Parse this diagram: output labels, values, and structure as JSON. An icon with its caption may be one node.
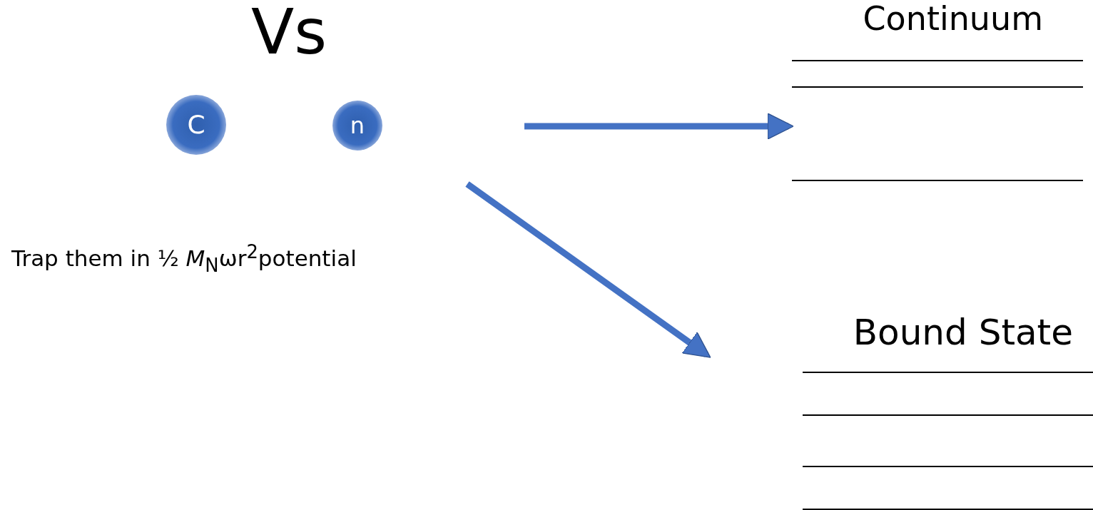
{
  "diagram": {
    "title": "Vs",
    "nodes": [
      {
        "text": [
          "C"
        ]
      },
      {
        "text": [
          "n"
        ]
      },
      {
        "text": [
          "Continuum"
        ]
      },
      {
        "text": [
          "Bound State"
        ]
      }
    ],
    "edges": [
      {
        "from": null,
        "to": 2,
        "arrow": "to"
      },
      {
        "from": null,
        "to": 3,
        "arrow": "to"
      }
    ],
    "labels": [
      "Trap them in ½ *M*$_{N}$ωr$^{2}$potential"
    ]
  }
}
